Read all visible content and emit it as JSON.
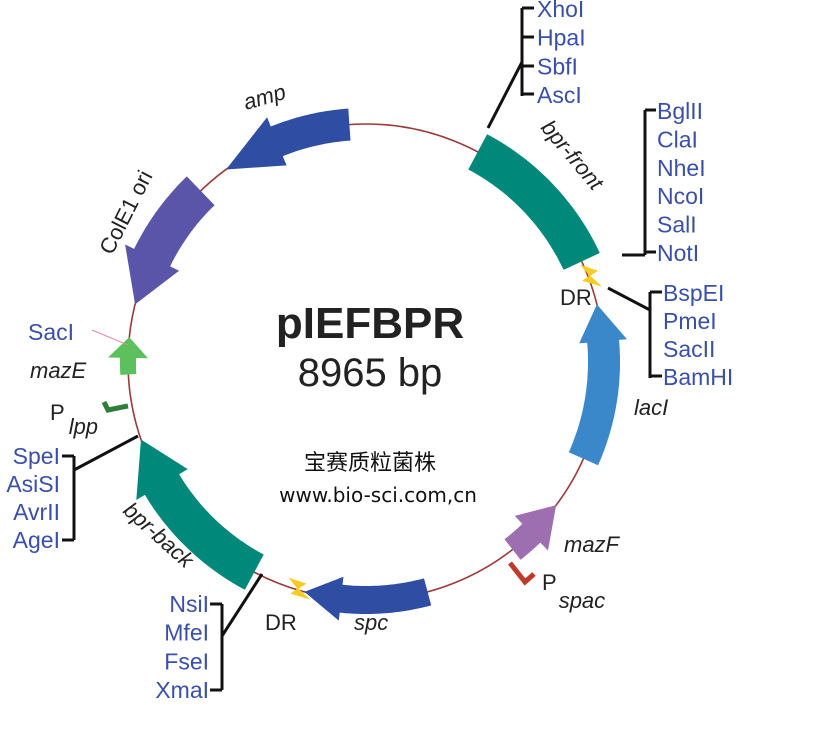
{
  "plasmid": {
    "name": "pIEFBPR",
    "size": "8965 bp"
  },
  "watermark": {
    "line1": "宝赛质粒菌株",
    "line2": "www.bio-sci.com,cn"
  },
  "features": {
    "amp": "amp",
    "colE1": "ColE1 ori",
    "bpr_front": "bpr-front",
    "bpr_back": "bpr-back",
    "lacI": "lacI",
    "mazF": "mazF",
    "mazE": "mazE",
    "spc": "spc",
    "dr_top": "DR",
    "dr_bottom": "DR",
    "p_spac": {
      "p": "P",
      "sub": "spac"
    },
    "p_lpp": {
      "p": "P",
      "sub": "lpp"
    }
  },
  "enzymes": {
    "group_top": [
      "XhoI",
      "HpaI",
      "SbfI",
      "AscI"
    ],
    "group_right1": [
      "BglII",
      "ClaI",
      "NheI",
      "NcoI",
      "SalI",
      "NotI"
    ],
    "group_right2": [
      "BspEI",
      "PmeI",
      "SacII",
      "BamHI"
    ],
    "group_left": [
      "SpeI",
      "AsiSI",
      "AvrII",
      "AgeI"
    ],
    "group_bottom": [
      "NsiI",
      "MfeI",
      "FseI",
      "XmaI"
    ],
    "single_left": "SacI"
  },
  "colors": {
    "backbone": "#9b3a3a",
    "amp": "#2f4ea3",
    "colE1": "#5b55aa",
    "bpr": "#00897b",
    "lacI": "#3a88c9",
    "mazF": "#9d6fb1",
    "mazE": "#5cc05c",
    "spc": "#2f4ea3",
    "dr": "#f5cc1f",
    "p_spac": "#c0392b",
    "p_lpp": "#2e7d3a",
    "enzyme_text": "#3a4fa8"
  }
}
